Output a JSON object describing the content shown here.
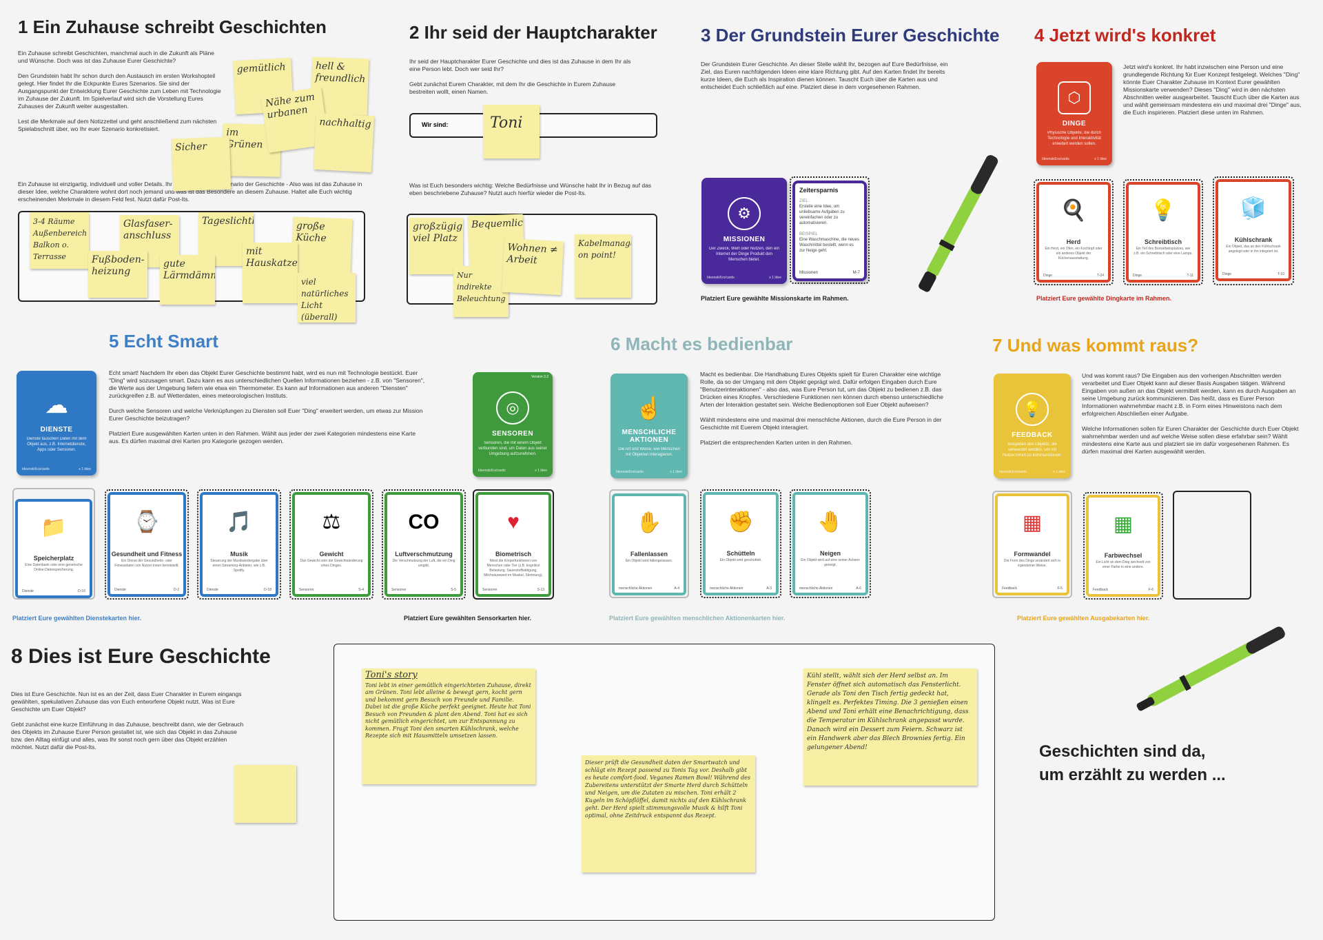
{
  "s1": {
    "title": "1 Ein Zuhause schreibt Geschichten",
    "p1": "Ein Zuhause schreibt Geschichten, manchmal auch in die Zukunft als Pläne und Wünsche. Doch was ist das Zuhause Eurer Geschichte?",
    "p2": "Den Grundstein habt Ihr schon durch den Austausch im ersten Workshopteil gelegt. Hier findet Ihr die Eckpunkte Eures Szenarios. Sie sind der Ausgangspunkt der Entwicklung Eurer Geschichte zum Leben mit Technologie im Zuhause der Zukunft. Im Spielverlauf wird sich die Vorstellung Eures Zuhauses der Zukunft weiter ausgestalten.",
    "p3": "Lest die Merkmale auf dem Notizzettel und geht anschließend zum nächsten Spielabschnitt über, wo Ihr euer Szenario konkretisiert.",
    "p4": "Ein Zuhause ist einzigartig, individuell und voller Details. Ihr erweitert hier das Szenario der Geschichte - Also was ist das Zuhause in dieser Idee, welche Charaktere wohnt dort noch jemand und was ist das Besondere an diesem Zuhause. Haltet alle Euch wichtig erscheinenden Merkmale in diesem Feld fest. Nutzt dafür Post-Its.",
    "notes_top": [
      "gemütlich",
      "hell & freundlich",
      "Nähe zum urbanen",
      "nachhaltig",
      "im Grünen",
      "Sicher"
    ],
    "notes_bottom": [
      "3-4 Räume Außenbereich Balkon o. Terrasse",
      "Glasfaser-anschluss",
      "Tageslichtbad",
      "große Küche",
      "Fußboden-heizung",
      "gute Lärmdämmung",
      "mit Hauskatze",
      "viel natürliches Licht (überall)"
    ]
  },
  "s2": {
    "title": "2 Ihr seid der Hauptcharakter",
    "p1": "Ihr seid der Hauptcharakter Eurer Geschichte und dies ist das Zuhause in dem Ihr als eine Person lebt. Doch wer seid Ihr?",
    "p2": "Gebt zunächst Eurem Charakter, mit dem Ihr die Geschichte in Eurem Zuhause bestreiten wollt, einen Namen.",
    "wir_label": "Wir sind:",
    "name": "Toni",
    "p3": "Was ist Euch besonders wichtig: Welche Bedürfnisse und Wünsche habt Ihr in Bezug auf das eben beschriebene Zuhause? Nutzt auch hierfür wieder die Post-Its.",
    "notes": [
      "großzügig viel Platz",
      "Bequemlichkeit",
      "Nur indirekte Beleuchtung",
      "Wohnen ≠ Arbeit",
      "Kabelmanagement on point!"
    ]
  },
  "s3": {
    "title": "3 Der Grundstein Eurer Geschichte",
    "p1": "Der Grundstein Eurer Geschichte. An dieser Stelle wählt Ihr, bezogen auf Eure Bedürfnisse, ein Ziel, das Euren nachfolgenden Ideen eine klare Richtung gibt. Auf den Karten findet Ihr bereits kurze Ideen, die Euch als Inspiration dienen können. Tauscht Euch über die Karten aus und entscheidet Euch schließlich auf eine. Platziert diese in dem vorgesehenen Rahmen.",
    "deck": {
      "title": "MISSIONEN",
      "desc": "Der Zweck, Wert oder Nutzen, den ein Internet der Dinge Produkt den Menschen bietet.",
      "brand": "Ideenskill.io/cards",
      "count": "x 1 Idee"
    },
    "card": {
      "title": "Zeitersparnis",
      "ziel_label": "ZIEL",
      "ziel": "Erstelle eine Idee, um unliebsame Aufgaben zu vereinfachen oder zu automatisieren.",
      "bsp_label": "BEISPIEL",
      "bsp": "Eine Waschmaschine, die neues Waschmittel bestellt, wenn es zur Neige geht.",
      "cat": "Missionen",
      "num": "M-7"
    },
    "caption": "Platziert Eure gewählte Missionskarte im Rahmen."
  },
  "s4": {
    "title": "4 Jetzt wird's konkret",
    "p1": "Jetzt wird's konkret. Ihr habt inzwischen eine Person und eine grundlegende Richtung für Euer Konzept festgelegt. Welches \"Ding\" könnte Euer Charakter Zuhause im Kontext Eurer gewählten Missionskarte verwenden? Dieses \"Ding\" wird in den nächsten Abschnitten weiter ausgearbeitet. Tauscht Euch über die Karten aus und wählt gemeinsam mindestens ein und maximal drei \"Dinge\" aus, die Euch inspirieren. Platziert diese unten im Rahmen.",
    "deck": {
      "title": "DINGE",
      "desc": "Physische Objekte, die durch Technologie und Interaktivität erweitert werden sollen.",
      "brand": "Ideenskill.io/cards",
      "count": "x 1 Idee"
    },
    "cards": [
      {
        "name": "Herd",
        "desc": "Ein Herd, ein Ofen, ein Kochtopf oder ein anderes Objekt der Küchenausstattung.",
        "cat": "Dinge",
        "num": "T-24",
        "icon": "🍳"
      },
      {
        "name": "Schreibtisch",
        "desc": "Ein Teil des Büroarbeitsplatzes, wie z.B. ein Schreibtisch oder eine Lampe.",
        "cat": "Dinge",
        "num": "T-11",
        "icon": "💡"
      },
      {
        "name": "Kühlschrank",
        "desc": "Ein Objekt, das an den Kühlschrank angelegt oder in ihn integriert ist.",
        "cat": "Dinge",
        "num": "T-10",
        "icon": "🧊"
      }
    ],
    "caption": "Platziert Eure gewählte Dingkarte im Rahmen."
  },
  "s5": {
    "title": "5 Echt Smart",
    "p1": "Echt smart! Nachdem Ihr eben das Objekt Eurer Geschichte bestimmt habt, wird es nun mit Technologie bestückt. Euer \"Ding\" wird sozusagen smart. Dazu kann es aus unterschiedlichen Quellen Informationen beziehen - z.B. von \"Sensoren\", die Werte aus der Umgebung liefern wie etwa ein Thermometer. Es kann auf Informationen aus anderen \"Diensten\" zurückgreifen z.B. auf Wetterdaten, eines meteorologischen Instituts.",
    "p2": "Durch welche Sensoren und welche Verknüpfungen zu Diensten soll Euer \"Ding\" erweitert werden, um etwas zur Mission Eurer Geschichte beizutragen?",
    "p3": "Platziert Eure ausgewählten Karten unten in den Rahmen. Wählt aus jeder der zwei Kategorien mindestens eine Karte aus. Es dürfen maximal drei Karten pro Kategorie gezogen werden.",
    "deck_dienste": {
      "title": "DIENSTE",
      "desc": "Dienste tauschen Daten mit dem Objekt aus, z.B. Internetdienste, Apps oder Sensoren.",
      "brand": "Ideenskill.io/cards",
      "count": "x 1 Idee"
    },
    "deck_sensoren": {
      "title": "SENSOREN",
      "desc": "Sensoren, die mit einem Objekt verbunden sind, um Daten aus seiner Umgebung aufzunehmen.",
      "brand": "Ideenskill.io/cards",
      "count": "x 1 Idee",
      "version": "Version 3.2"
    },
    "cards": [
      {
        "name": "Speicherplatz",
        "desc": "Eine Datenbank oder eine generische Online-Datenspeicherung.",
        "cat": "Dienste",
        "num": "D-16",
        "icon": "📁",
        "color": "#2f78c4"
      },
      {
        "name": "Gesundheit und Fitness",
        "desc": "Ein Dienst der Gesundheits- oder Fitnessdaten von Nutzer:innen bereitstellt.",
        "cat": "Dienste",
        "num": "D-2",
        "icon": "⌚",
        "color": "#2f78c4"
      },
      {
        "name": "Musik",
        "desc": "Steuerung der Musikwiedergabe über einen Streaming-Anbieter, wie z.B. Spotify.",
        "cat": "Dienste",
        "num": "D-18",
        "icon": "🎵",
        "color": "#2f78c4"
      },
      {
        "name": "Gewicht",
        "desc": "Das Gewicht oder die Gewichtsänderung eines Dinges.",
        "cat": "Sensoren",
        "num": "S-4",
        "icon": "⚖",
        "color": "#3e9a3c"
      },
      {
        "name": "Luftverschmutzung",
        "desc": "Die Verschmutzung der Luft, die ein Ding umgibt.",
        "cat": "Sensoren",
        "num": "S-5",
        "icon": "CO",
        "color": "#3e9a3c"
      },
      {
        "name": "Biometrisch",
        "desc": "Misst die Körperfunktionen von Menschen oder Tier (z.B. kognitive Belastung, Sauerstoffsättigung, Milchsäurewert im Muskel, Stimmung).",
        "cat": "Sensoren",
        "num": "S-13",
        "icon": "♥",
        "color": "#3e9a3c"
      }
    ],
    "caption_dienste": "Platziert Eure gewählten Dienstekarten hier.",
    "caption_sensoren": "Platziert Eure gewählten Sensorkarten hier."
  },
  "s6": {
    "title": "6 Macht es bedienbar",
    "p1": "Macht es bedienbar. Die Handhabung Eures Objekts spielt für Euren Charakter eine wichtige Rolle, da so der Umgang mit dem Objekt geprägt wird. Dafür erfolgen Eingaben durch Eure \"Benutzerinteraktionen\" - also das, was Eure Person tut, um das Objekt zu bedienen z.B. das Drücken eines Knopfes. Verschiedene Funktionen nen können durch ebenso unterschiedliche Arten der Interaktion gestaltet sein. Welche Bedienoptionen soll Euer Objekt aufweisen?",
    "p2": "Wählt mindestens eine und maximal drei menschliche Aktionen, durch die Eure Person in der Geschichte mit Euerem Objekt interagiert.",
    "p3": "Platziert die entsprechenden Karten unten in den Rahmen.",
    "deck": {
      "title": "MENSCHLICHE AKTIONEN",
      "desc": "Die Art und Weise, wie Menschen mit Objekten interagieren.",
      "brand": "Ideenskill.io/cards",
      "count": "x 1 Idee"
    },
    "cards": [
      {
        "name": "Fallenlassen",
        "desc": "Ein Objekt wird fallengelassen.",
        "cat": "menschliche Aktionen",
        "num": "A-4",
        "icon": "✋"
      },
      {
        "name": "Schütteln",
        "desc": "Ein Objekt wird geschüttelt.",
        "cat": "menschliche Aktionen",
        "num": "A-3",
        "icon": "✊"
      },
      {
        "name": "Neigen",
        "desc": "Ein Objekt wird auf eine seiner Achsen geneigt.",
        "cat": "menschliche Aktionen",
        "num": "A-6",
        "icon": "🤚"
      }
    ],
    "caption": "Platziert Eure gewählten menschlichen Aktionenkarten hier."
  },
  "s7": {
    "title": "7 Und was kommt raus?",
    "p1": "Und was kommt raus? Die Eingaben aus den vorherigen Abschnitten werden verarbeitet und Euer Objekt kann auf dieser Basis Ausgaben tätigen. Während Eingaben von außen an das Objekt vermittelt werden, kann es durch Ausgaben an seine Umgebung zurück kommunizieren. Das heißt, dass es Eurer Person Informationen wahrnehmbar macht z.B. in Form eines Hinweistons nach dem erfolgreichen Abschließen einer Aufgabe.",
    "p2": "Welche Informationen sollen für Euren Charakter der Geschichte durch Euer Objekt wahrnehmbar werden und auf welche Weise sollen diese erfahrbar sein? Wählt mindestens eine Karte aus und platziert sie im dafür vorgesehenen Rahmen. Es dürfen maximal drei Karten ausgewählt werden.",
    "deck": {
      "title": "FEEDBACK",
      "desc": "Ausgaben des Objekts, die verwendet werden, um mit Nutzer:innen zu kommunizieren.",
      "brand": "Ideenskill.io/cards",
      "count": "x 1 Idee"
    },
    "cards": [
      {
        "name": "Formwandel",
        "desc": "Die Form des Dings verändert sich in irgendeiner Weise.",
        "cat": "Feedback",
        "num": "F-5",
        "icon": "▦"
      },
      {
        "name": "Farbwechsel",
        "desc": "Ein Licht an dem Ding wechselt von einer Farbe in eine andere.",
        "cat": "Feedback",
        "num": "F-6",
        "icon": "▦"
      }
    ],
    "caption": "Platziert Eure gewählten Ausgabekarten hier."
  },
  "s8": {
    "title": "8 Dies ist Eure Geschichte",
    "p1": "Dies ist Eure Geschichte. Nun ist es an der Zeit, dass Euer Charakter in Eurem eingangs gewählten, spekulativen Zuhause das von Euch entworfene Objekt nutzt. Was ist Eure Geschichte um Euer Objekt?",
    "p2": "Gebt zunächst eine kurze Einführung in das Zuhause, beschreibt dann, wie der Gebrauch des Objekts im Zuhause Eurer Person gestaltet ist, wie sich das Objekt in das Zuhause bzw. den Alltag einfügt und alles, was Ihr sonst noch gern über das Objekt erzählen möchtet. Nutzt dafür die Post-Its.",
    "story1_title": "Toni's story",
    "story1": "Toni lebt in einer gemütlich eingerichteten Zuhause, direkt am Grünen. Toni lebt alleine & bewegt gern, kocht gern und bekommt gern Besuch von Freunde und Familie. Dabei ist die große Küche perfekt geeignet. Heute hat Toni Besuch von Freunden & plant den Abend. Toni hat es sich nicht gemütlich eingerichtet, um zur Entspannung zu kommen. Fragt Toni den smarten Kühlschrank, welche Rezepte sich mit Hausmitteln umsetzen lassen.",
    "story2": "Dieser prüft die Gesundheit daten der Smartwatch und schlägt ein Rezept passend zu Tonis Tag vor. Deshalb gibt es heute comfort-food. Veganes Ramen Bowl! Während des Zubereitens unterstützt der Smarte Herd durch Schütteln und Neigen, um die Zutaten zu mischen. Toni erhält 2 Kugeln im Schöpflöffel, damit nichts auf den Kühlschrank geht. Der Herd spielt stimmungsvolle Musik & hilft Toni optimal, ohne Zeitdruck entspannt das Rezept.",
    "story3": "Kühl stellt, wählt sich der Herd selbst an. Im Fenster öffnet sich automatisch das Fensterlicht. Gerade als Toni den Tisch fertig gedeckt hat, klingelt es. Perfektes Timing. Die 3 genießen einen Abend und Toni erhält eine Benachrichtigung, dass die Temperatur im Kühlschrank angepasst wurde. Danach wird ein Dessert zum Feiern. Schwarz ist ein Handwerk aber das Blech Brownies fertig. Ein gelungener Abend!",
    "tagline_1": "Geschichten sind da,",
    "tagline_2": "um erzählt zu werden ..."
  },
  "colors": {
    "s1": "#222222",
    "s2": "#222222",
    "s3": "#2e3a7a",
    "s4": "#c0281f",
    "s5": "#3f7fc6",
    "s6": "#8fb5b8",
    "s7": "#e8a51b",
    "s8": "#222222",
    "missionen": "#4a2a9a",
    "dinge": "#d9442a",
    "dienste": "#2f78c4",
    "sensoren": "#3e9a3c",
    "aktionen": "#5fb7b0",
    "feedback": "#e9c43a"
  }
}
